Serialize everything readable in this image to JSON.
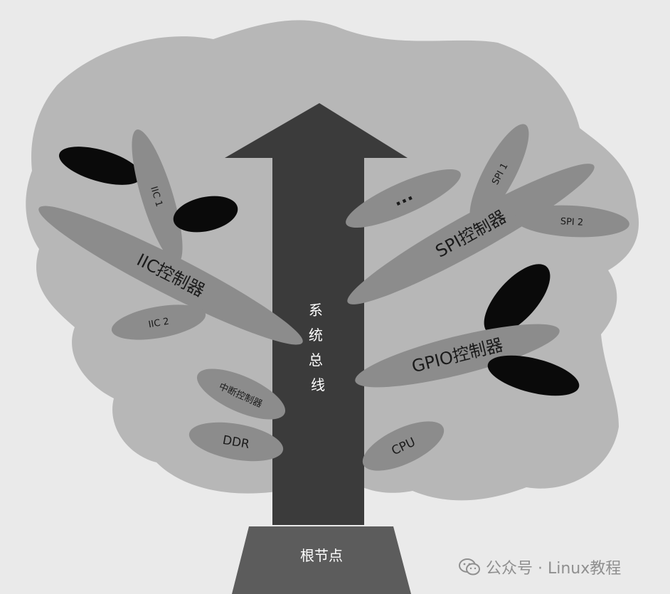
{
  "diagram": {
    "root_label": "根节点",
    "trunk_label": [
      "系",
      "统",
      "总",
      "线"
    ],
    "iic": {
      "controller_label": "IIC控制器",
      "device_1": "IIC 1",
      "device_2": "IIC 2"
    },
    "spi": {
      "controller_label": "SPI控制器",
      "device_1": "SPI 1",
      "device_2": "SPI 2"
    },
    "gpio": {
      "controller_label": "GPIO控制器"
    },
    "interrupt": {
      "controller_label": "中断控制器"
    },
    "ddr_label": "DDR",
    "cpu_label": "CPU",
    "ellipsis_label": "..."
  },
  "watermark": {
    "icon": "wechat-icon",
    "text": "公众号 · Linux教程"
  },
  "colors": {
    "background": "#eaeaea",
    "canopy": "#b7b7b7",
    "trunk": "#3b3b3b",
    "branch": "#8c8c8c",
    "leaf_dark": "#0a0a0a"
  }
}
